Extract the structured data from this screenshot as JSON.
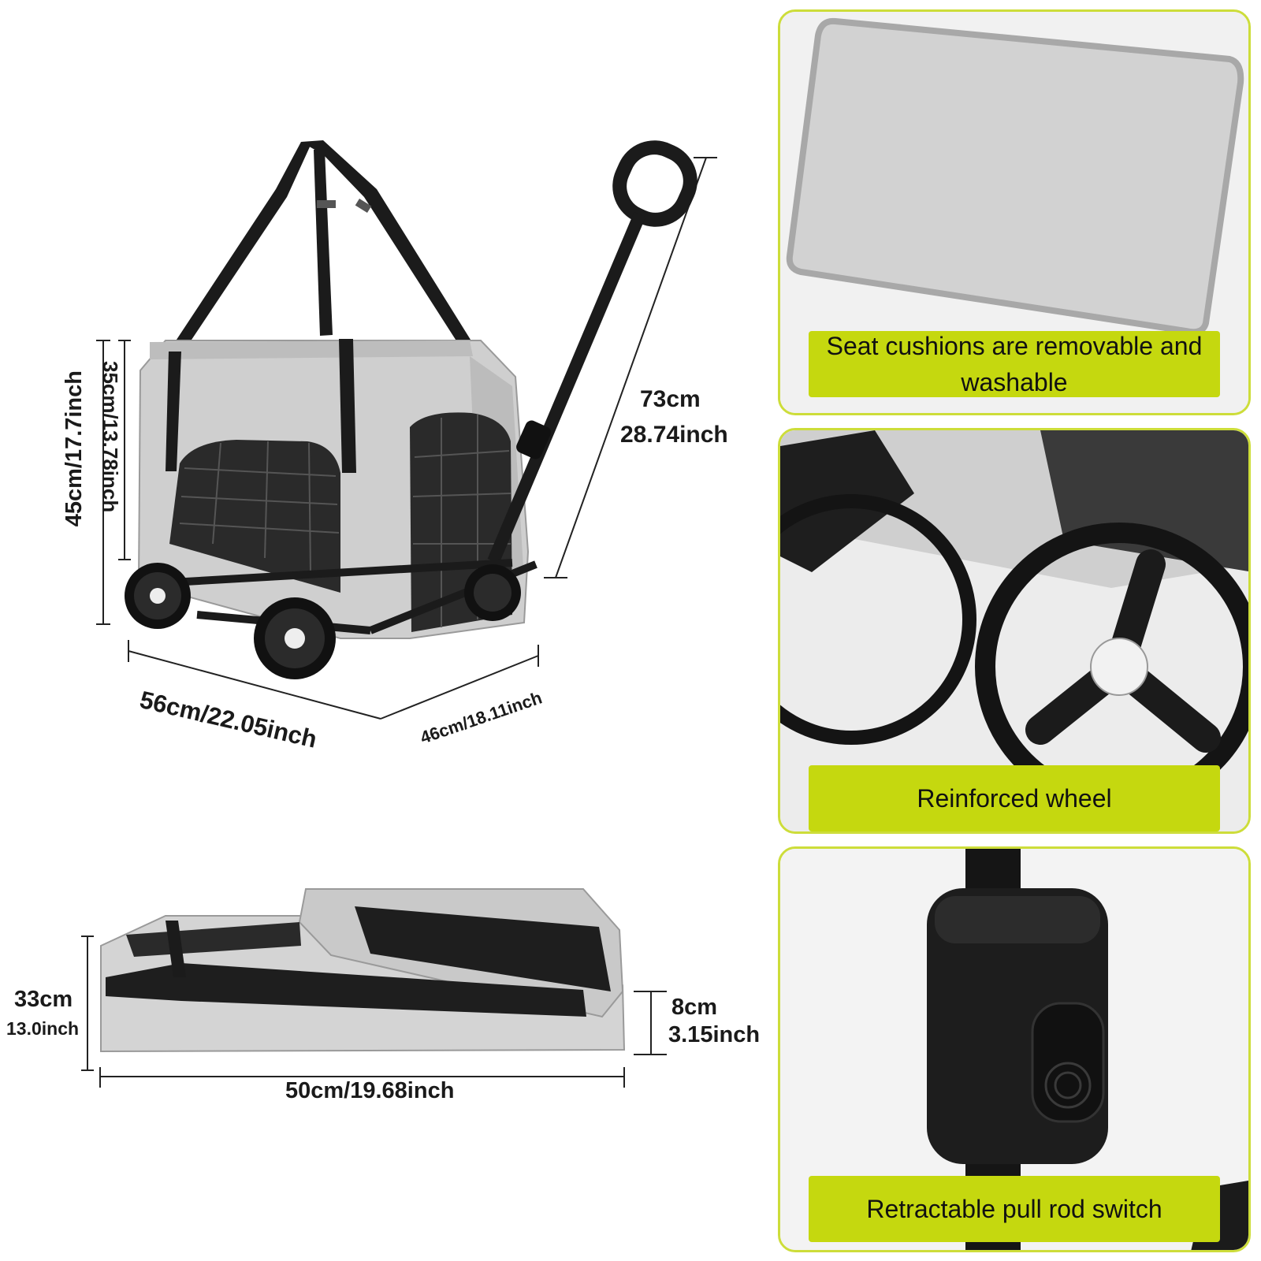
{
  "dimensions": {
    "height_total": "45cm/17.7inch",
    "height_box": "35cm/13.78inch",
    "handle_cm": "73cm",
    "handle_inch": "28.74inch",
    "length": "56cm/22.05inch",
    "width": "46cm/18.11inch"
  },
  "folded": {
    "height_cm": "33cm",
    "height_inch": "13.0inch",
    "thickness_cm": "8cm",
    "thickness_inch": "3.15inch",
    "length": "50cm/19.68inch"
  },
  "features": [
    {
      "caption": "Seat cushions are removable and washable",
      "icon": "seat-cushion"
    },
    {
      "caption": "Reinforced wheel",
      "icon": "wheel"
    },
    {
      "caption": "Retractable pull rod switch",
      "icon": "pull-rod-switch"
    }
  ],
  "colors": {
    "accent": "#c5d80f",
    "border": "#cddd3a",
    "fabric": "#cfcfcf",
    "frame": "#1b1b1b"
  }
}
